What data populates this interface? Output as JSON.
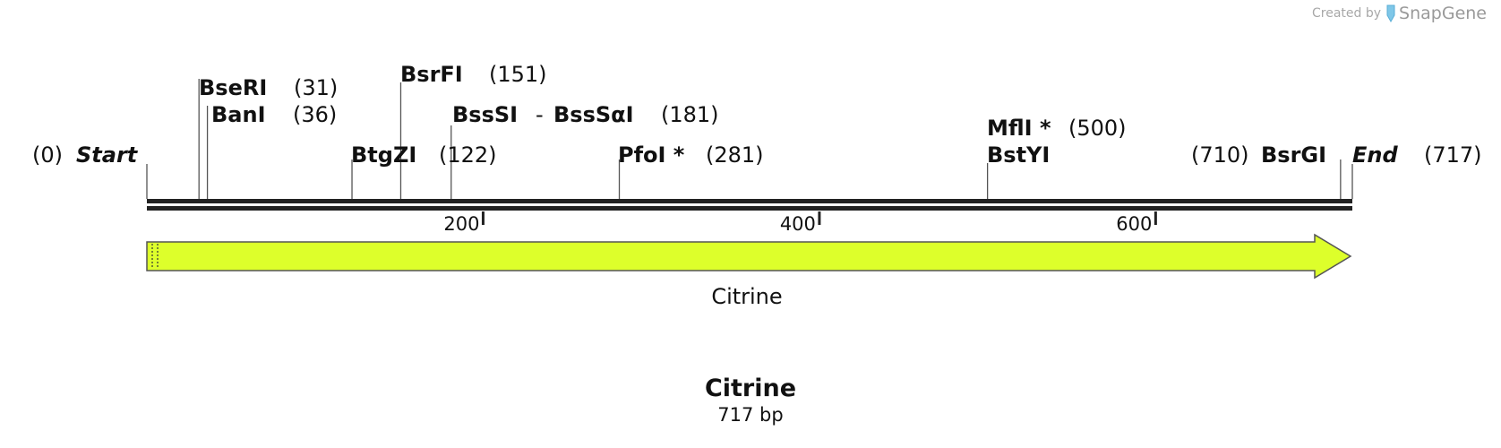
{
  "credit": {
    "prefix": "Created by",
    "brand": "SnapGene",
    "icon": "snapgene-tube-icon"
  },
  "sequence": {
    "name": "Citrine",
    "length_bp": 717,
    "length_label": "717 bp",
    "backbone_color": "#222222"
  },
  "ends": {
    "start": {
      "label": "Start",
      "pos_label": "(0)",
      "pos": 0
    },
    "end": {
      "label": "End",
      "pos_label": "(717)",
      "pos": 717
    }
  },
  "sites": [
    {
      "id": "bseri",
      "name": "BseRI",
      "pos": 31,
      "pos_label": "(31)"
    },
    {
      "id": "bani",
      "name": "BanI",
      "pos": 36,
      "pos_label": "(36)"
    },
    {
      "id": "btgzi",
      "name": "BtgZI",
      "pos": 122,
      "pos_label": "(122)"
    },
    {
      "id": "bsrfi",
      "name": "BsrFI",
      "pos": 151,
      "pos_label": "(151)"
    },
    {
      "id": "bsssi",
      "name": "BssSI",
      "name2": "BssSαI",
      "pos": 181,
      "pos_label": "(181)"
    },
    {
      "id": "pfoi",
      "name": "PfoI *",
      "pos": 281,
      "pos_label": "(281)"
    },
    {
      "id": "mfli",
      "name": "MflI *",
      "name2": "BstYI",
      "pos": 500,
      "pos_label": "(500)"
    },
    {
      "id": "bsrgi",
      "name": "BsrGI",
      "pos": 710,
      "pos_label": "(710)"
    }
  ],
  "ticks": [
    {
      "pos": 200,
      "label": "200"
    },
    {
      "pos": 400,
      "label": "400"
    },
    {
      "pos": 600,
      "label": "600"
    }
  ],
  "feature": {
    "name": "Citrine",
    "start": 1,
    "end": 717,
    "direction": "forward",
    "fill_color": "#ddff2b",
    "stroke_color": "#555555"
  }
}
